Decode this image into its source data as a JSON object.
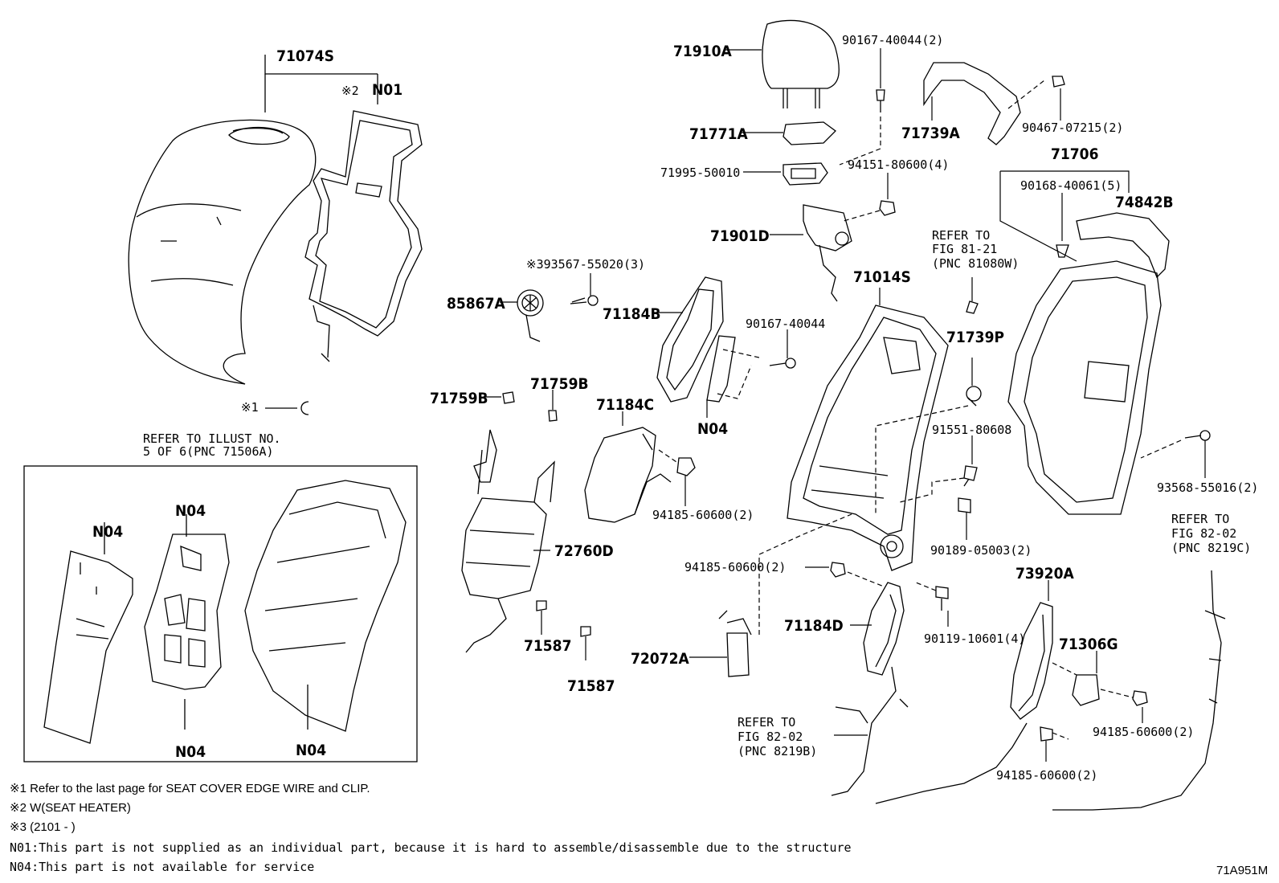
{
  "labels": {
    "p71074S": "71074S",
    "p71074S_mark": "※2",
    "pN01": "N01",
    "pRefIllust1": "REFER TO ILLUST NO.",
    "pRefIllust2": "5 OF 6(PNC 71506A)",
    "pNote1Mark": "※1",
    "pN04a": "N04",
    "pN04b": "N04",
    "pN04c": "N04",
    "pN04d": "N04",
    "p71910A": "71910A",
    "p71771A": "71771A",
    "p71995": "71995-50010",
    "p90167a": "90167-40044(2)",
    "p94151": "94151-80600(4)",
    "p71901D": "71901D",
    "p71739A": "71739A",
    "p90467": "90467-07215(2)",
    "p71706": "71706",
    "p90168": "90168-40061(5)",
    "p74842B": "74842B",
    "pRef8121a": "REFER TO",
    "pRef8121b": "FIG 81-21",
    "pRef8121c": "(PNC 81080W)",
    "p93567": "※393567-55020(3)",
    "p85867A": "85867A",
    "p71184B": "71184B",
    "p71014S": "71014S",
    "p90167b": "90167-40044",
    "p71739P": "71739P",
    "pN04e": "N04",
    "p71759Ba": "71759B",
    "p71759Bb": "71759B",
    "p71184C": "71184C",
    "p91551": "91551-80608",
    "p93568": "93568-55016(2)",
    "p94185a": "94185-60600(2)",
    "p72760D": "72760D",
    "p90189": "90189-05003(2)",
    "pRef8202a1": "REFER TO",
    "pRef8202a2": "FIG 82-02",
    "pRef8202a3": "(PNC 8219C)",
    "p94185b": "94185-60600(2)",
    "p73920A": "73920A",
    "p71184D": "71184D",
    "p90119": "90119-10601(4)",
    "p71306G": "71306G",
    "p71587a": "71587",
    "p71587b": "71587",
    "p72072A": "72072A",
    "pRef8202b1": "REFER TO",
    "pRef8202b2": "FIG 82-02",
    "pRef8202b3": "(PNC 8219B)",
    "p94185c": "94185-60600(2)",
    "p94185d": "94185-60600(2)"
  },
  "notes": {
    "n1": "※1 Refer to the last page for SEAT COVER EDGE WIRE and CLIP.",
    "n2": "※2 W(SEAT HEATER)",
    "n3": "※3 (2101 -    )",
    "n4": "N01:This part is not supplied as an individual part, because it is hard to assemble/disassemble due to the structure",
    "n5": "N04:This part is not available for service"
  },
  "figure_id": "71A951M"
}
